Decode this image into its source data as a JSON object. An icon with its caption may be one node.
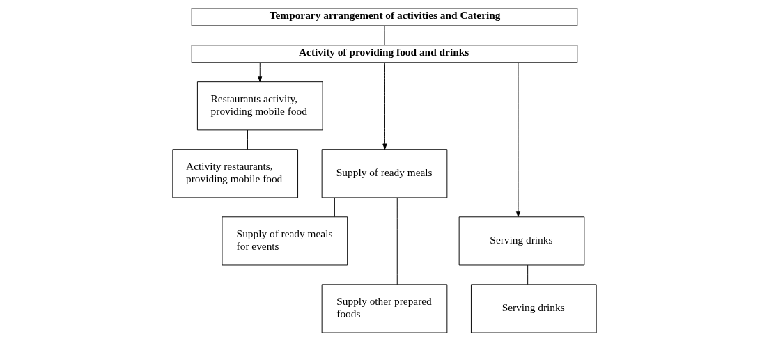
{
  "diagram": {
    "nodes": [
      {
        "text": [
          "Temporary arrangement of activities and Catering"
        ]
      },
      {
        "text": [
          "Activity of providing food and drinks"
        ]
      },
      {
        "text": [
          "Restaurants activity, providing mobile food"
        ]
      },
      {
        "text": [
          "Supply of ready meals"
        ]
      },
      {
        "text": [
          "Serving drinks"
        ]
      },
      {
        "text": [
          "Activity restaurants, providing mobile food"
        ]
      },
      {
        "text": [
          "Supply of ready meals for events"
        ]
      },
      {
        "text": [
          "Supply other prepared foods"
        ]
      },
      {
        "text": [
          "Serving drinks"
        ]
      }
    ],
    "edges": [
      {
        "from": 0,
        "to": 1,
        "arrow": "none"
      },
      {
        "from": 1,
        "to": 2,
        "arrow": "to"
      },
      {
        "from": 1,
        "to": 3,
        "arrow": "to"
      },
      {
        "from": 1,
        "to": 4,
        "arrow": "to"
      },
      {
        "from": 2,
        "to": 5,
        "arrow": "none"
      },
      {
        "from": 3,
        "to": 6,
        "arrow": "none"
      },
      {
        "from": 3,
        "to": 7,
        "arrow": "none"
      },
      {
        "from": 4,
        "to": 8,
        "arrow": "none"
      }
    ]
  }
}
